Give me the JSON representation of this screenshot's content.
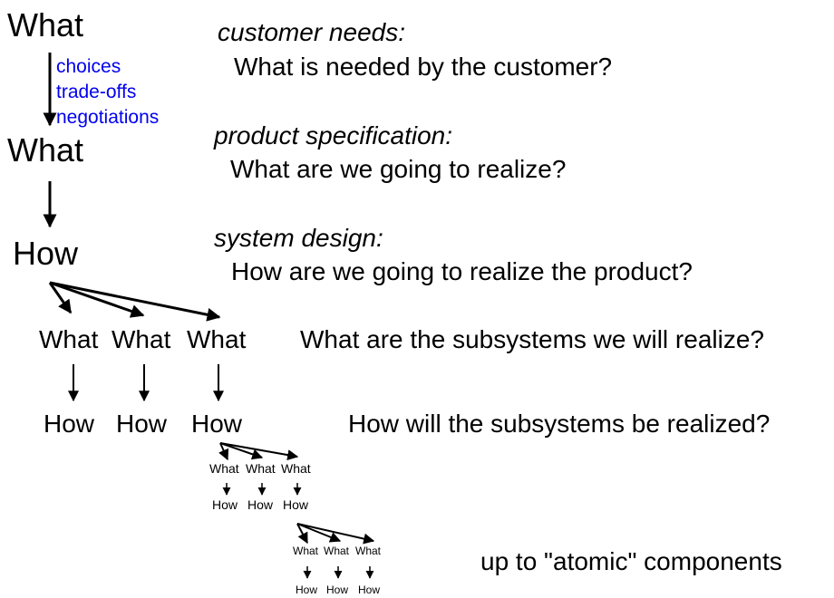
{
  "levels": {
    "what_top": "What",
    "what_spec": "What",
    "how_system": "How"
  },
  "annotations": {
    "choices": "choices",
    "tradeoffs": "trade-offs",
    "negotiations": "negotiations"
  },
  "descriptions": {
    "customer_needs_heading": "customer needs:",
    "customer_needs_question": "What is needed by the customer?",
    "product_spec_heading": "product specification:",
    "product_spec_question": "What are we going to realize?",
    "system_design_heading": "system design:",
    "system_design_question": "How are we going to realize the product?",
    "subsystems_what_question": "What are the subsystems we will realize?",
    "subsystems_how_question": "How will the subsystems be realized?",
    "atomic_note": "up to \"atomic\" components"
  },
  "subsystems": {
    "what": [
      "What",
      "What",
      "What"
    ],
    "how": [
      "How",
      "How",
      "How"
    ]
  },
  "subsub1": {
    "what": [
      "What",
      "What",
      "What"
    ],
    "how": [
      "How",
      "How",
      "How"
    ]
  },
  "subsub2": {
    "what": [
      "What",
      "What",
      "What"
    ],
    "how": [
      "How",
      "How",
      "How"
    ]
  }
}
